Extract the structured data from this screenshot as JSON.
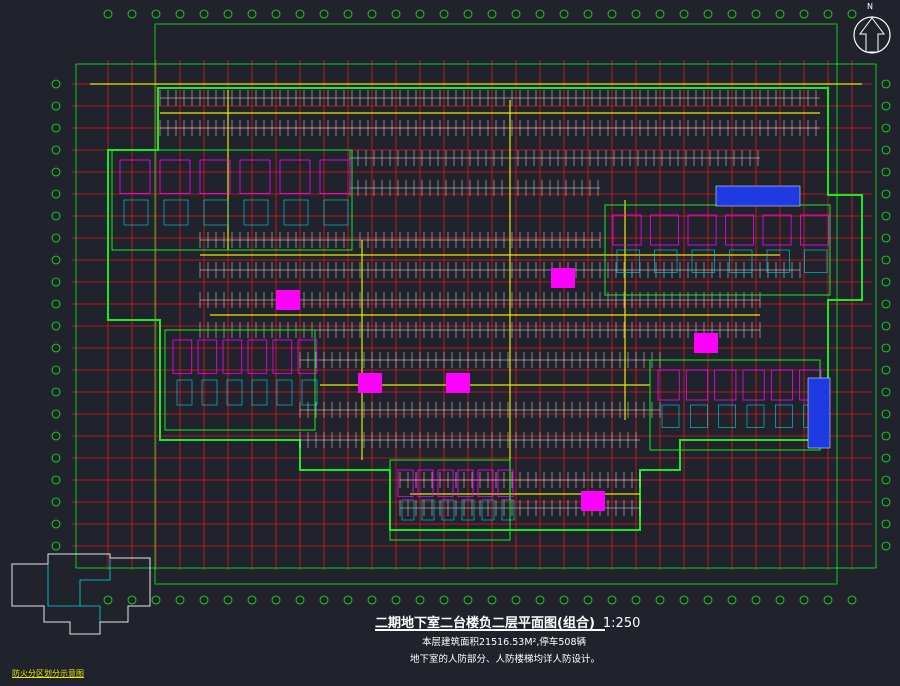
{
  "drawing": {
    "title": "二期地下室二台楼负二层平面图(组合)",
    "scale": "1:250",
    "note_line1": "本层建筑面积21516.53M²,停车508辆",
    "note_line2": "地下室的人防部分、人防楼梯均详人防设计。",
    "keyplan_label": "防火分区划分示意图",
    "north_label": "N"
  },
  "colors": {
    "background": "#20232c",
    "grid_red": "#e0161c",
    "wall_green": "#17e82a",
    "parking_white": "#e6e6e6",
    "road_yellow": "#e8e800",
    "core_magenta": "#ff00ff",
    "stair_cyan": "#00d7e6",
    "water_blue": "#1f3ae0"
  }
}
